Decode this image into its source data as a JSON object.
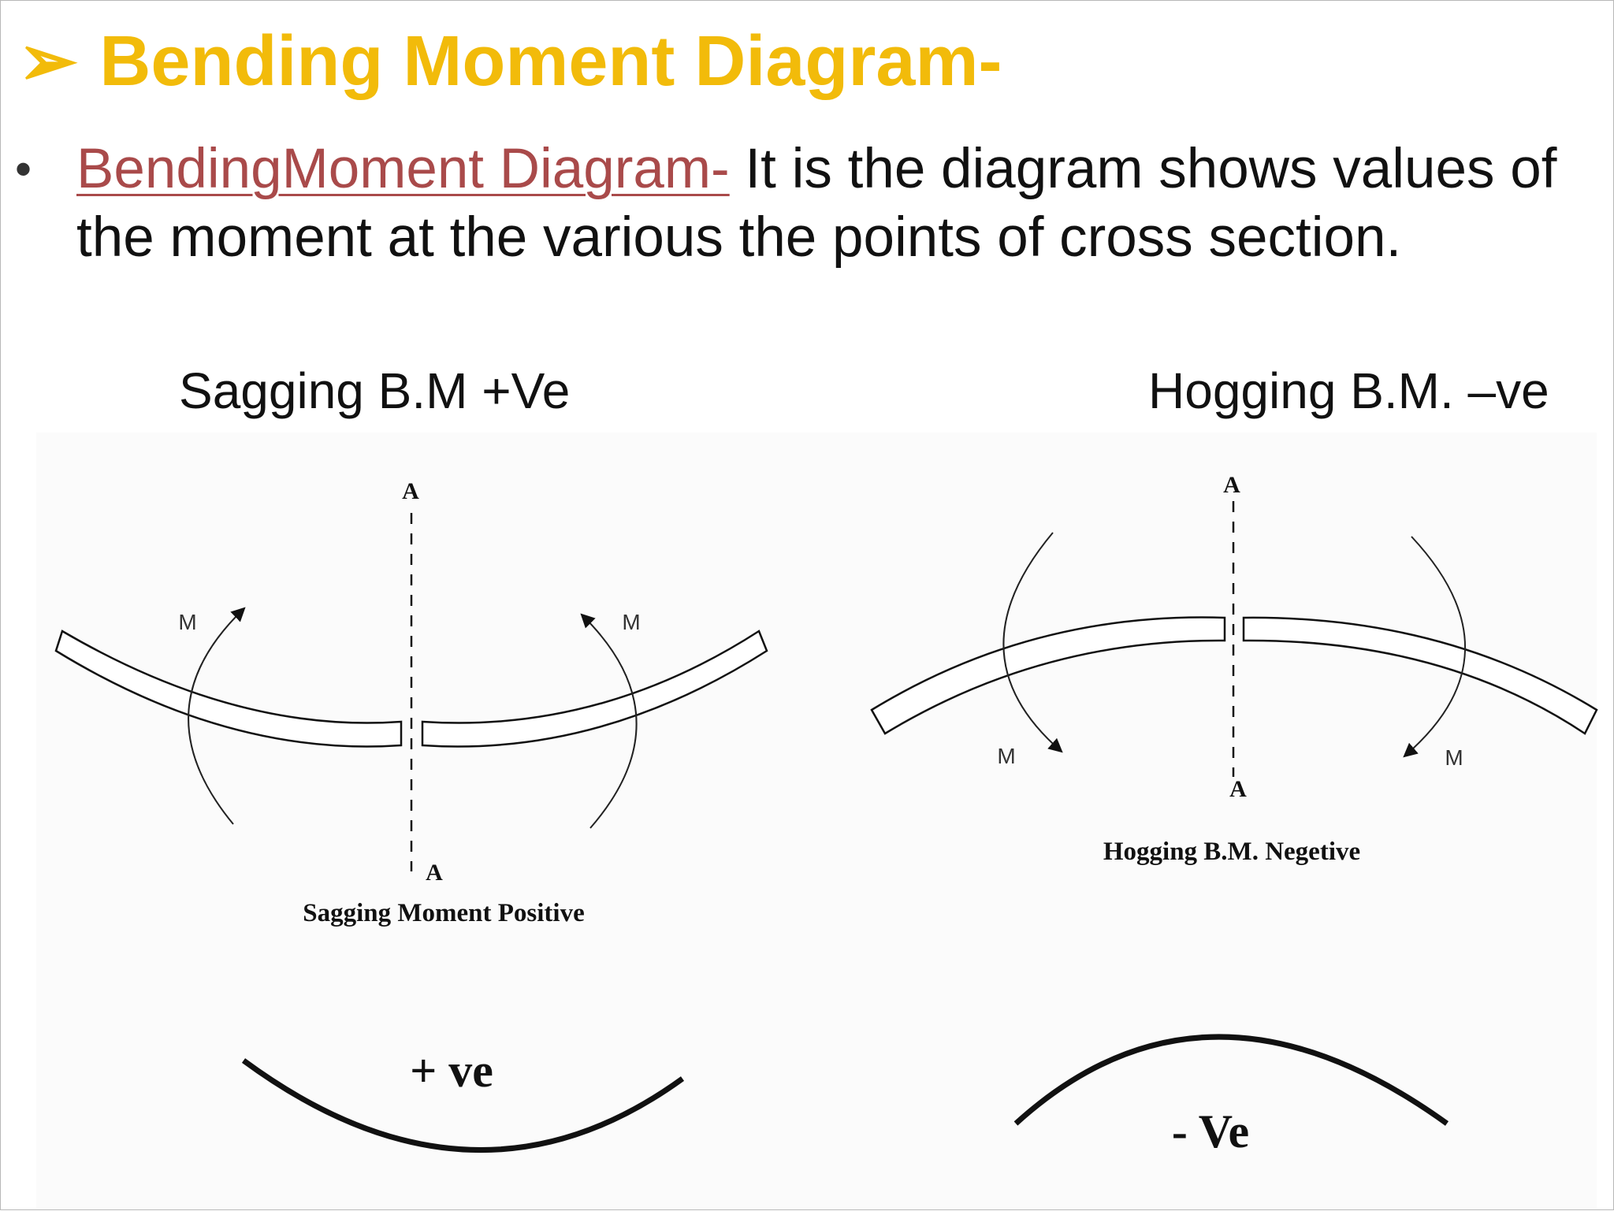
{
  "slide": {
    "title": "Bending Moment Diagram-",
    "title_arrow_icon": "arrow-bullet-icon",
    "bullet": {
      "term": "BendingMoment Diagram-",
      "text": " It is the diagram shows values of the moment at the various the points of cross section."
    },
    "labels": {
      "sagging_heading": "Sagging B.M +Ve",
      "hogging_heading": "Hogging B.M. –ve"
    }
  },
  "diagram": {
    "sagging": {
      "section_top": "A",
      "section_bottom": "A",
      "moment_left": "M",
      "moment_right": "M",
      "caption": "Sagging Moment  Positive",
      "sign": "+ ve"
    },
    "hogging": {
      "section_top": "A",
      "section_bottom": "A",
      "moment_left": "M",
      "moment_right": "M",
      "caption": "Hogging B.M.   Negetive",
      "sign": "- Ve"
    }
  },
  "colors": {
    "title": "#f2bb0a",
    "term": "#a94a4a",
    "text": "#111111"
  }
}
